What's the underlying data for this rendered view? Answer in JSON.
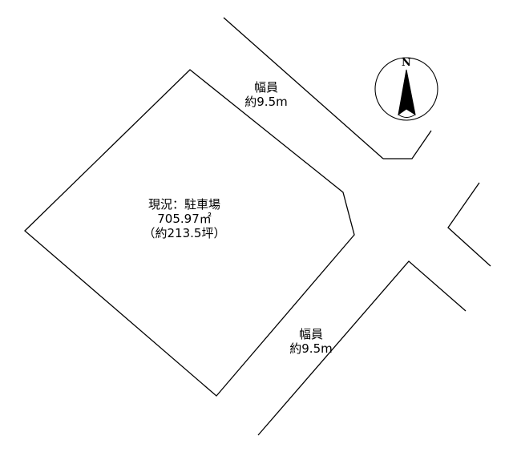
{
  "lot": {
    "status": "現況：駐車場",
    "area": "705.97㎡",
    "area_tsubo": "（約213.5坪）"
  },
  "road_top": {
    "name": "幅員",
    "width": "約9.5m"
  },
  "road_bottom": {
    "name": "幅員",
    "width": "約9.5m"
  },
  "compass": {
    "north_label": "N"
  }
}
